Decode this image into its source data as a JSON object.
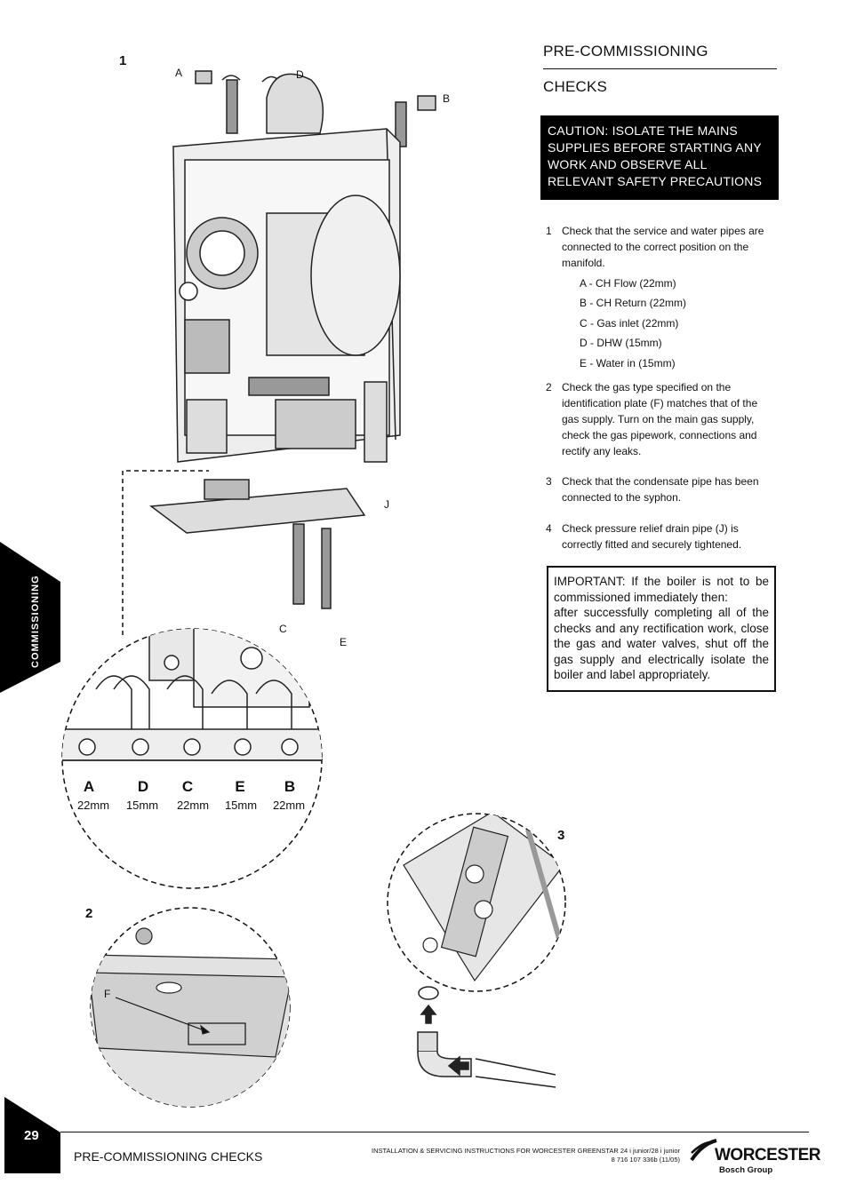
{
  "figures": {
    "fig1": {
      "number": "1",
      "callouts": {
        "a": "A",
        "b": "B",
        "c": "C",
        "d": "D",
        "e": "E",
        "j": "J"
      },
      "pipes": [
        {
          "letter": "A",
          "size": "22mm"
        },
        {
          "letter": "D",
          "size": "15mm"
        },
        {
          "letter": "C",
          "size": "22mm"
        },
        {
          "letter": "E",
          "size": "15mm"
        },
        {
          "letter": "B",
          "size": "22mm"
        }
      ]
    },
    "fig2": {
      "number": "2",
      "callout_f": "F"
    },
    "fig3": {
      "number": "3"
    }
  },
  "side_tab": {
    "label": "COMMISSIONING"
  },
  "section": {
    "title_line1": "PRE-COMMISSIONING",
    "title_line2": "CHECKS",
    "caution": [
      "CAUTION: ISOLATE THE MAINS",
      "SUPPLIES BEFORE STARTING ANY",
      "WORK AND OBSERVE ALL",
      "RELEVANT SAFETY PRECAUTIONS"
    ],
    "checks": [
      {
        "num": "1",
        "text": "Check that the service and water pipes are connected to the correct position on the manifold."
      },
      {
        "num": "2",
        "text": "Check the gas type specified on the identification plate (F) matches that of the gas supply. Turn on the main gas supply, check the gas pipework, connections and rectify any leaks."
      },
      {
        "num": "3",
        "text": "Check that the condensate pipe has been connected to the syphon."
      },
      {
        "num": "4",
        "text": "Check pressure relief drain pipe (J) is correctly fitted and securely tightened."
      }
    ],
    "pipe_list": [
      "A - CH Flow (22mm)",
      "B - CH Return (22mm)",
      "C - Gas inlet (22mm)",
      "D - DHW (15mm)",
      "E - Water in (15mm)"
    ],
    "important": {
      "line1": "IMPORTANT: If the boiler is not to be commissioned immediately then:",
      "line2": "after successfully completing all of the checks and any rectification work, close the gas and water valves, shut off the gas supply and electrically isolate the boiler and label appropriately."
    }
  },
  "footer": {
    "page_number": "29",
    "title": "PRE-COMMISSIONING CHECKS",
    "doc_line1": "INSTALLATION & SERVICING INSTRUCTIONS FOR WORCESTER GREENSTAR 24 i junior/28 i junior",
    "doc_line2": "8 716 107 336b (11/05)",
    "brand": "WORCESTER",
    "brand_sub": "Bosch Group"
  }
}
